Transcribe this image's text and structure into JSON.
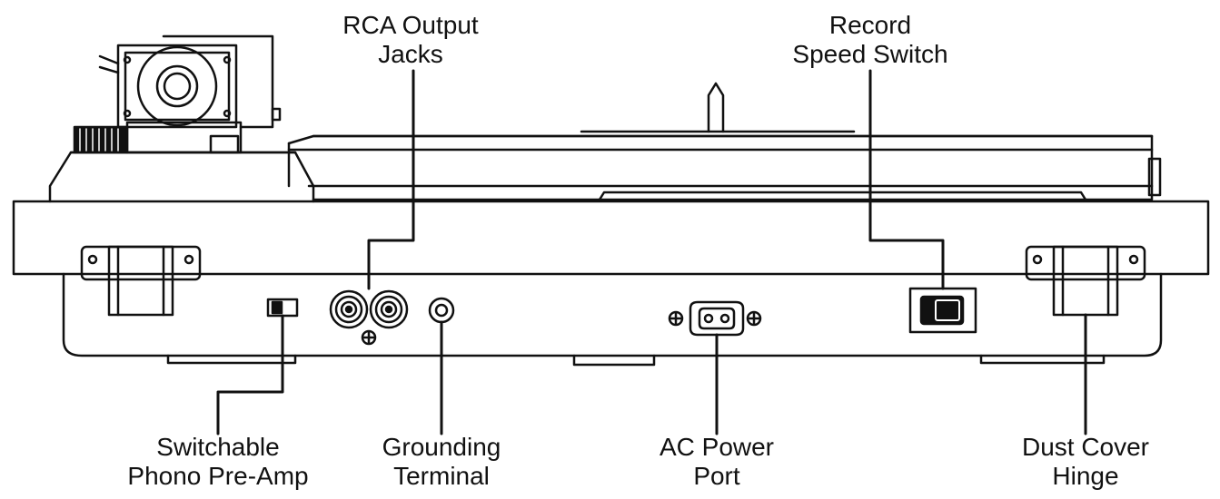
{
  "colors": {
    "ink": "#111111",
    "paper": "#ffffff"
  },
  "callouts": {
    "rca": {
      "line1": "RCA Output",
      "line2": "Jacks"
    },
    "speed": {
      "line1": "Record",
      "line2": "Speed Switch"
    },
    "preamp": {
      "line1": "Switchable",
      "line2": "Phono Pre-Amp"
    },
    "ground": {
      "line1": "Grounding",
      "line2": "Terminal"
    },
    "ac": {
      "line1": "AC Power",
      "line2": "Port"
    },
    "hinge": {
      "line1": "Dust Cover",
      "line2": "Hinge"
    }
  }
}
